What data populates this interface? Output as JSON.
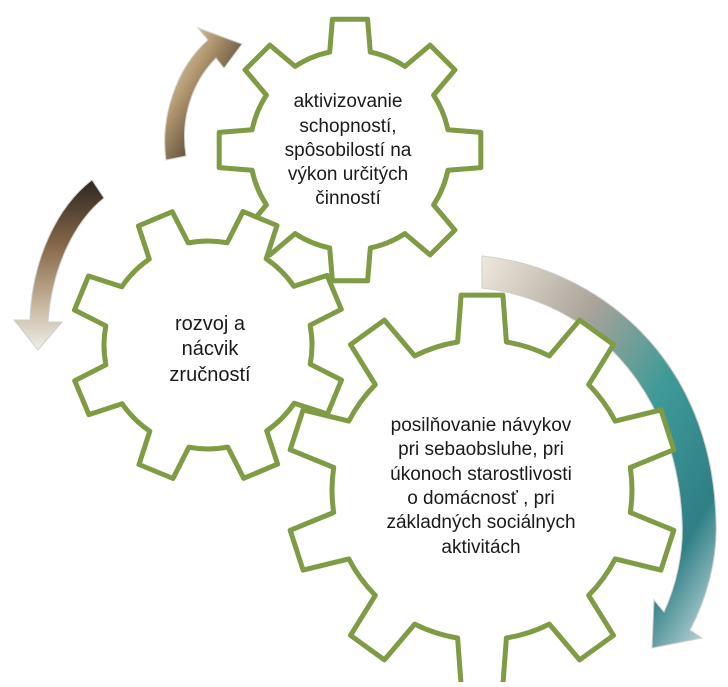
{
  "colors": {
    "gear_outline": "#7f9c44",
    "gear_fill": "#ffffff",
    "text": "#1a1a1a"
  },
  "gears": {
    "top": {
      "label": "aktivizovanie\nschopností,\nspôsobilostí na\nvýkon určitých\nčinností"
    },
    "left": {
      "label": "rozvoj a\nnácvik\nzručností"
    },
    "bottom": {
      "label": "posilňovanie návykov\npri sebaobsluhe, pri\núkonoch starostlivosti\no domácnosť , pri\nzákladných sociálnych\naktivitách"
    }
  },
  "arrows": [
    {
      "name": "top-left-curved-arrow",
      "icon": "curved-arrow-icon"
    },
    {
      "name": "left-curved-arrow",
      "icon": "curved-arrow-icon"
    },
    {
      "name": "right-curved-arrow",
      "icon": "curved-arrow-icon"
    }
  ]
}
